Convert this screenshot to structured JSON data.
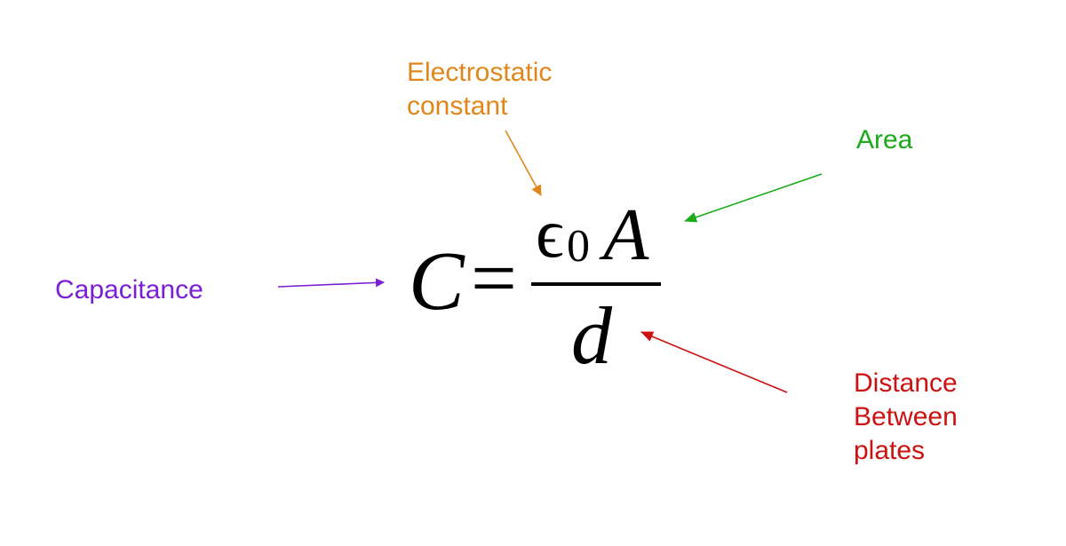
{
  "equation": {
    "lhs": "C",
    "equals": "=",
    "epsilon": "ϵ",
    "subscript": "0",
    "area_symbol": "A",
    "denominator": "d"
  },
  "labels": {
    "capacitance": "Capacitance",
    "electrostatic_line1": "Electrostatic",
    "electrostatic_line2": "constant",
    "area": "Area",
    "distance_line1": "Distance",
    "distance_line2": "Between",
    "distance_line3": "plates"
  },
  "colors": {
    "capacitance": "#7a1fd6",
    "electrostatic": "#e0861a",
    "area": "#1aaa1a",
    "distance": "#cc1111",
    "equation": "#000000"
  }
}
